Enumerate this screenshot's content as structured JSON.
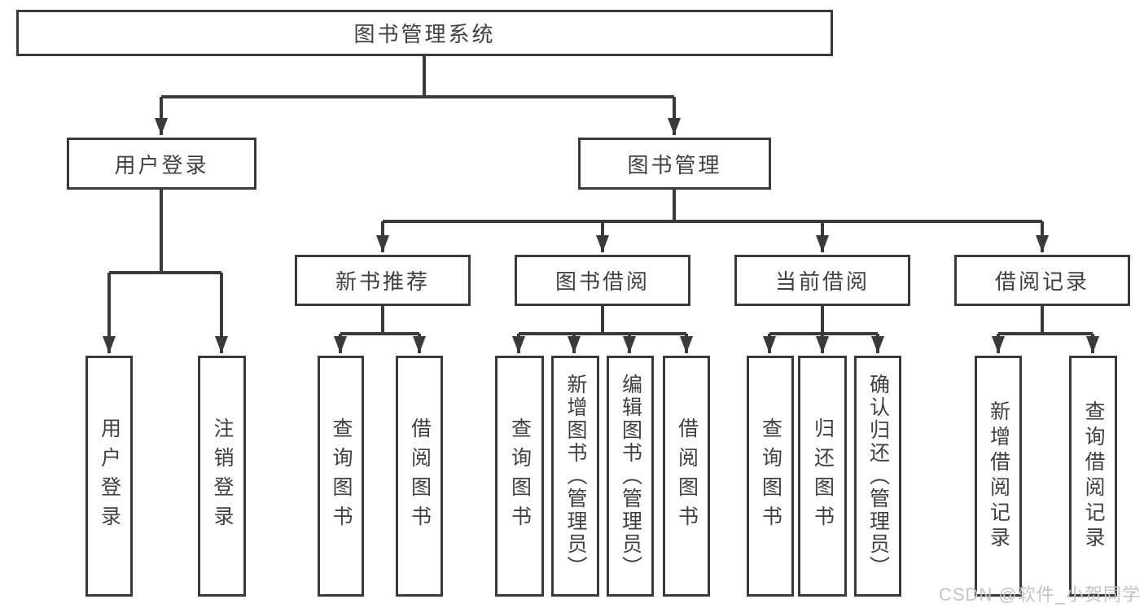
{
  "diagram_title": "图书管理系统",
  "tree": {
    "label": "图书管理系统",
    "children": [
      {
        "label": "用户登录",
        "children": [
          {
            "label": "用户登录"
          },
          {
            "label": "注销登录"
          }
        ]
      },
      {
        "label": "图书管理",
        "children": [
          {
            "label": "新书推荐",
            "children": [
              {
                "label": "查询图书"
              },
              {
                "label": "借阅图书"
              }
            ]
          },
          {
            "label": "图书借阅",
            "children": [
              {
                "label": "查询图书"
              },
              {
                "label": "新增图书（管理员）"
              },
              {
                "label": "编辑图书（管理员）"
              },
              {
                "label": "借阅图书"
              }
            ]
          },
          {
            "label": "当前借阅",
            "children": [
              {
                "label": "查询图书"
              },
              {
                "label": "归还图书"
              },
              {
                "label": "确认归还（管理员）"
              }
            ]
          },
          {
            "label": "借阅记录",
            "children": [
              {
                "label": "新增借阅记录"
              },
              {
                "label": "查询借阅记录"
              }
            ]
          }
        ]
      }
    ]
  },
  "watermark": {
    "text": "CSDN @软件_小贺同学"
  },
  "colors": {
    "line": "#3a3a3a",
    "text": "#404040",
    "watermark": "#c3c3c3",
    "background": "#ffffff"
  }
}
